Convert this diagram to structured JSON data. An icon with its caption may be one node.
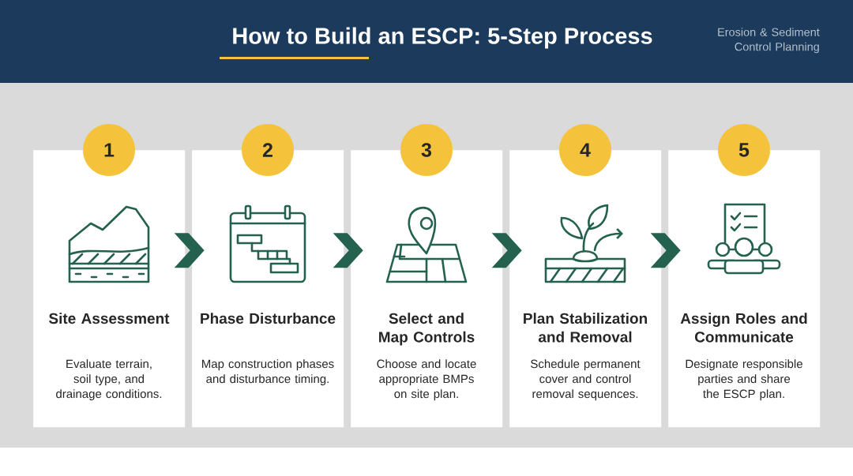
{
  "diagram": {
    "title": "How to Build an ESCP: 5-Step Process",
    "nodes": [
      {
        "text": [
          "1"
        ]
      },
      {
        "text": [
          "Site Assessment",
          "Evaluate terrain, soil type, and drainage conditions."
        ]
      },
      {
        "text": [
          "2"
        ]
      },
      {
        "text": [
          "Phase Disturbance",
          "Map construction phases and disturbance timing."
        ]
      },
      {
        "text": [
          "3"
        ]
      },
      {
        "text": [
          "Select and Map Controls",
          "Choose and locate appropriate BMPs on site plan."
        ]
      },
      {
        "text": [
          "4"
        ]
      },
      {
        "text": [
          "Plan Stabilization and Removal",
          "Schedule permanent cover and control removal sequences."
        ]
      },
      {
        "text": [
          "5"
        ]
      },
      {
        "text": [
          "Assign Roles and Communicate",
          "Designate responsible parties and share the ESCP plan."
        ]
      }
    ],
    "edges": [
      {
        "from": 1,
        "to": 3,
        "arrow": "to"
      },
      {
        "from": 3,
        "to": 5,
        "arrow": "to"
      },
      {
        "from": 5,
        "to": 7,
        "arrow": "to"
      },
      {
        "from": 7,
        "to": 9,
        "arrow": "to"
      }
    ],
    "labels": [
      "Erosion & Sediment Control Planning"
    ]
  }
}
